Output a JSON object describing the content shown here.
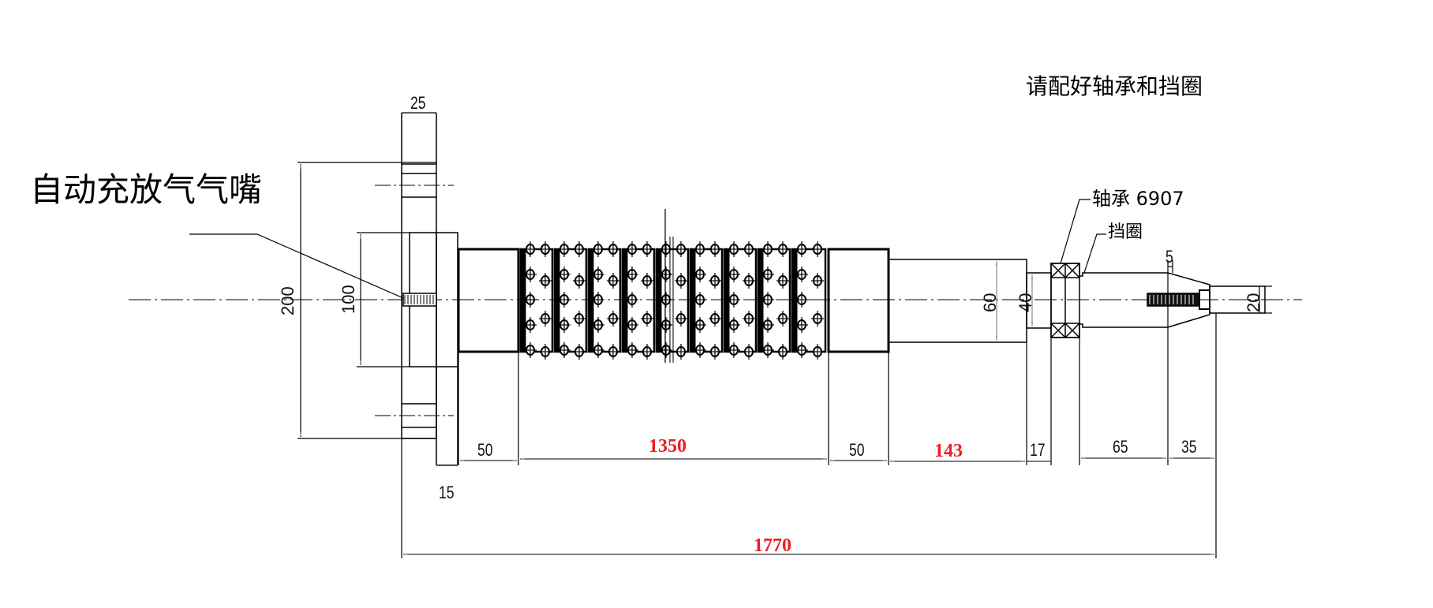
{
  "drawing": {
    "type": "engineering-drawing",
    "subject": "air shaft / roller with air valve",
    "notes": {
      "title_note": "请配好轴承和挡圈",
      "air_valve_label": "自动充放气气嘴",
      "bearing_label": "轴承 6907",
      "retaining_ring_label": "挡圈"
    },
    "dimensions": {
      "flange_thickness": "25",
      "flange_diameter": "200",
      "hub_diameter": "100",
      "hub_offset": "15",
      "left_plain_section": "50",
      "working_section": "1350",
      "right_plain_section": "50",
      "shaft_section": "143",
      "bearing_seat": "17",
      "journal_length": "65",
      "cone_length": "35",
      "chamfer": "5",
      "shaft_diameter": "60",
      "bearing_seat_diameter": "40",
      "tip_diameter": "20",
      "overall_length": "1770"
    },
    "colors": {
      "line": "#000000",
      "dimension_line": "#555555",
      "highlight_dimension": "#ee1c24",
      "background": "#ffffff"
    }
  }
}
